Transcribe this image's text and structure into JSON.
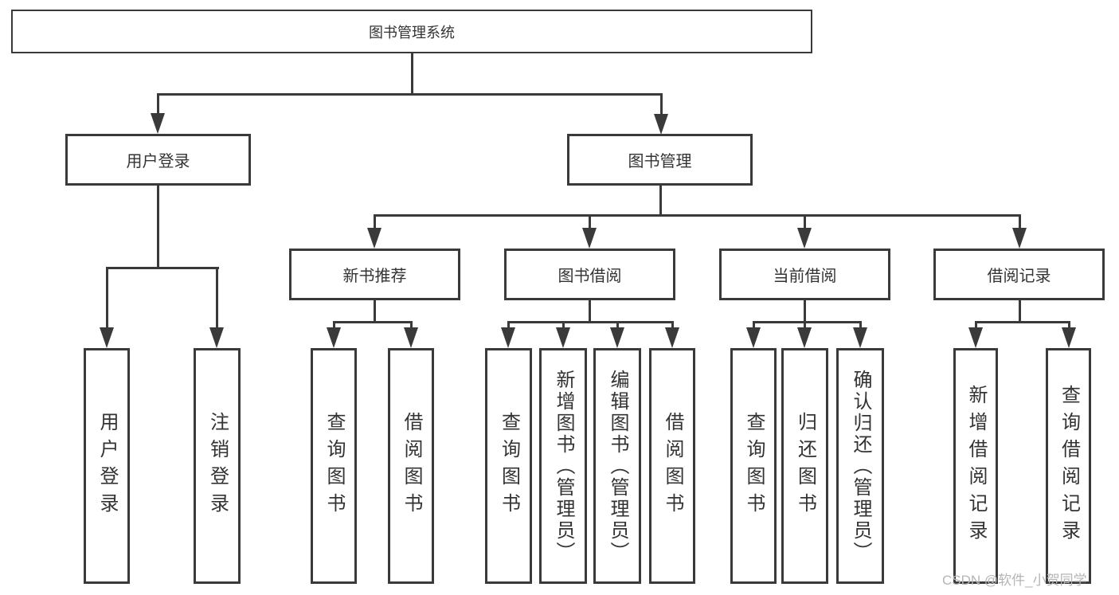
{
  "diagram": {
    "root": {
      "label": "图书管理系统"
    },
    "branches": [
      {
        "label": "用户登录",
        "children": [
          {
            "label": "用户登录"
          },
          {
            "label": "注销登录"
          }
        ]
      },
      {
        "label": "图书管理",
        "children": [
          {
            "label": "新书推荐",
            "children": [
              {
                "label": "查询图书"
              },
              {
                "label": "借阅图书"
              }
            ]
          },
          {
            "label": "图书借阅",
            "children": [
              {
                "label": "查询图书"
              },
              {
                "label": "新增图书（管理员）"
              },
              {
                "label": "编辑图书（管理员）"
              },
              {
                "label": "借阅图书"
              }
            ]
          },
          {
            "label": "当前借阅",
            "children": [
              {
                "label": "查询图书"
              },
              {
                "label": "归还图书"
              },
              {
                "label": "确认归还（管理员）"
              }
            ]
          },
          {
            "label": "借阅记录",
            "children": [
              {
                "label": "新增借阅记录"
              },
              {
                "label": "查询借阅记录"
              }
            ]
          }
        ]
      }
    ]
  },
  "watermark": {
    "text": "CSDN @软件_小贺同学"
  },
  "colors": {
    "line": "#3a3a3a",
    "box_border": "#3a3a3a",
    "text": "#333333",
    "watermark": "#b5b5b5",
    "background": "#ffffff"
  }
}
